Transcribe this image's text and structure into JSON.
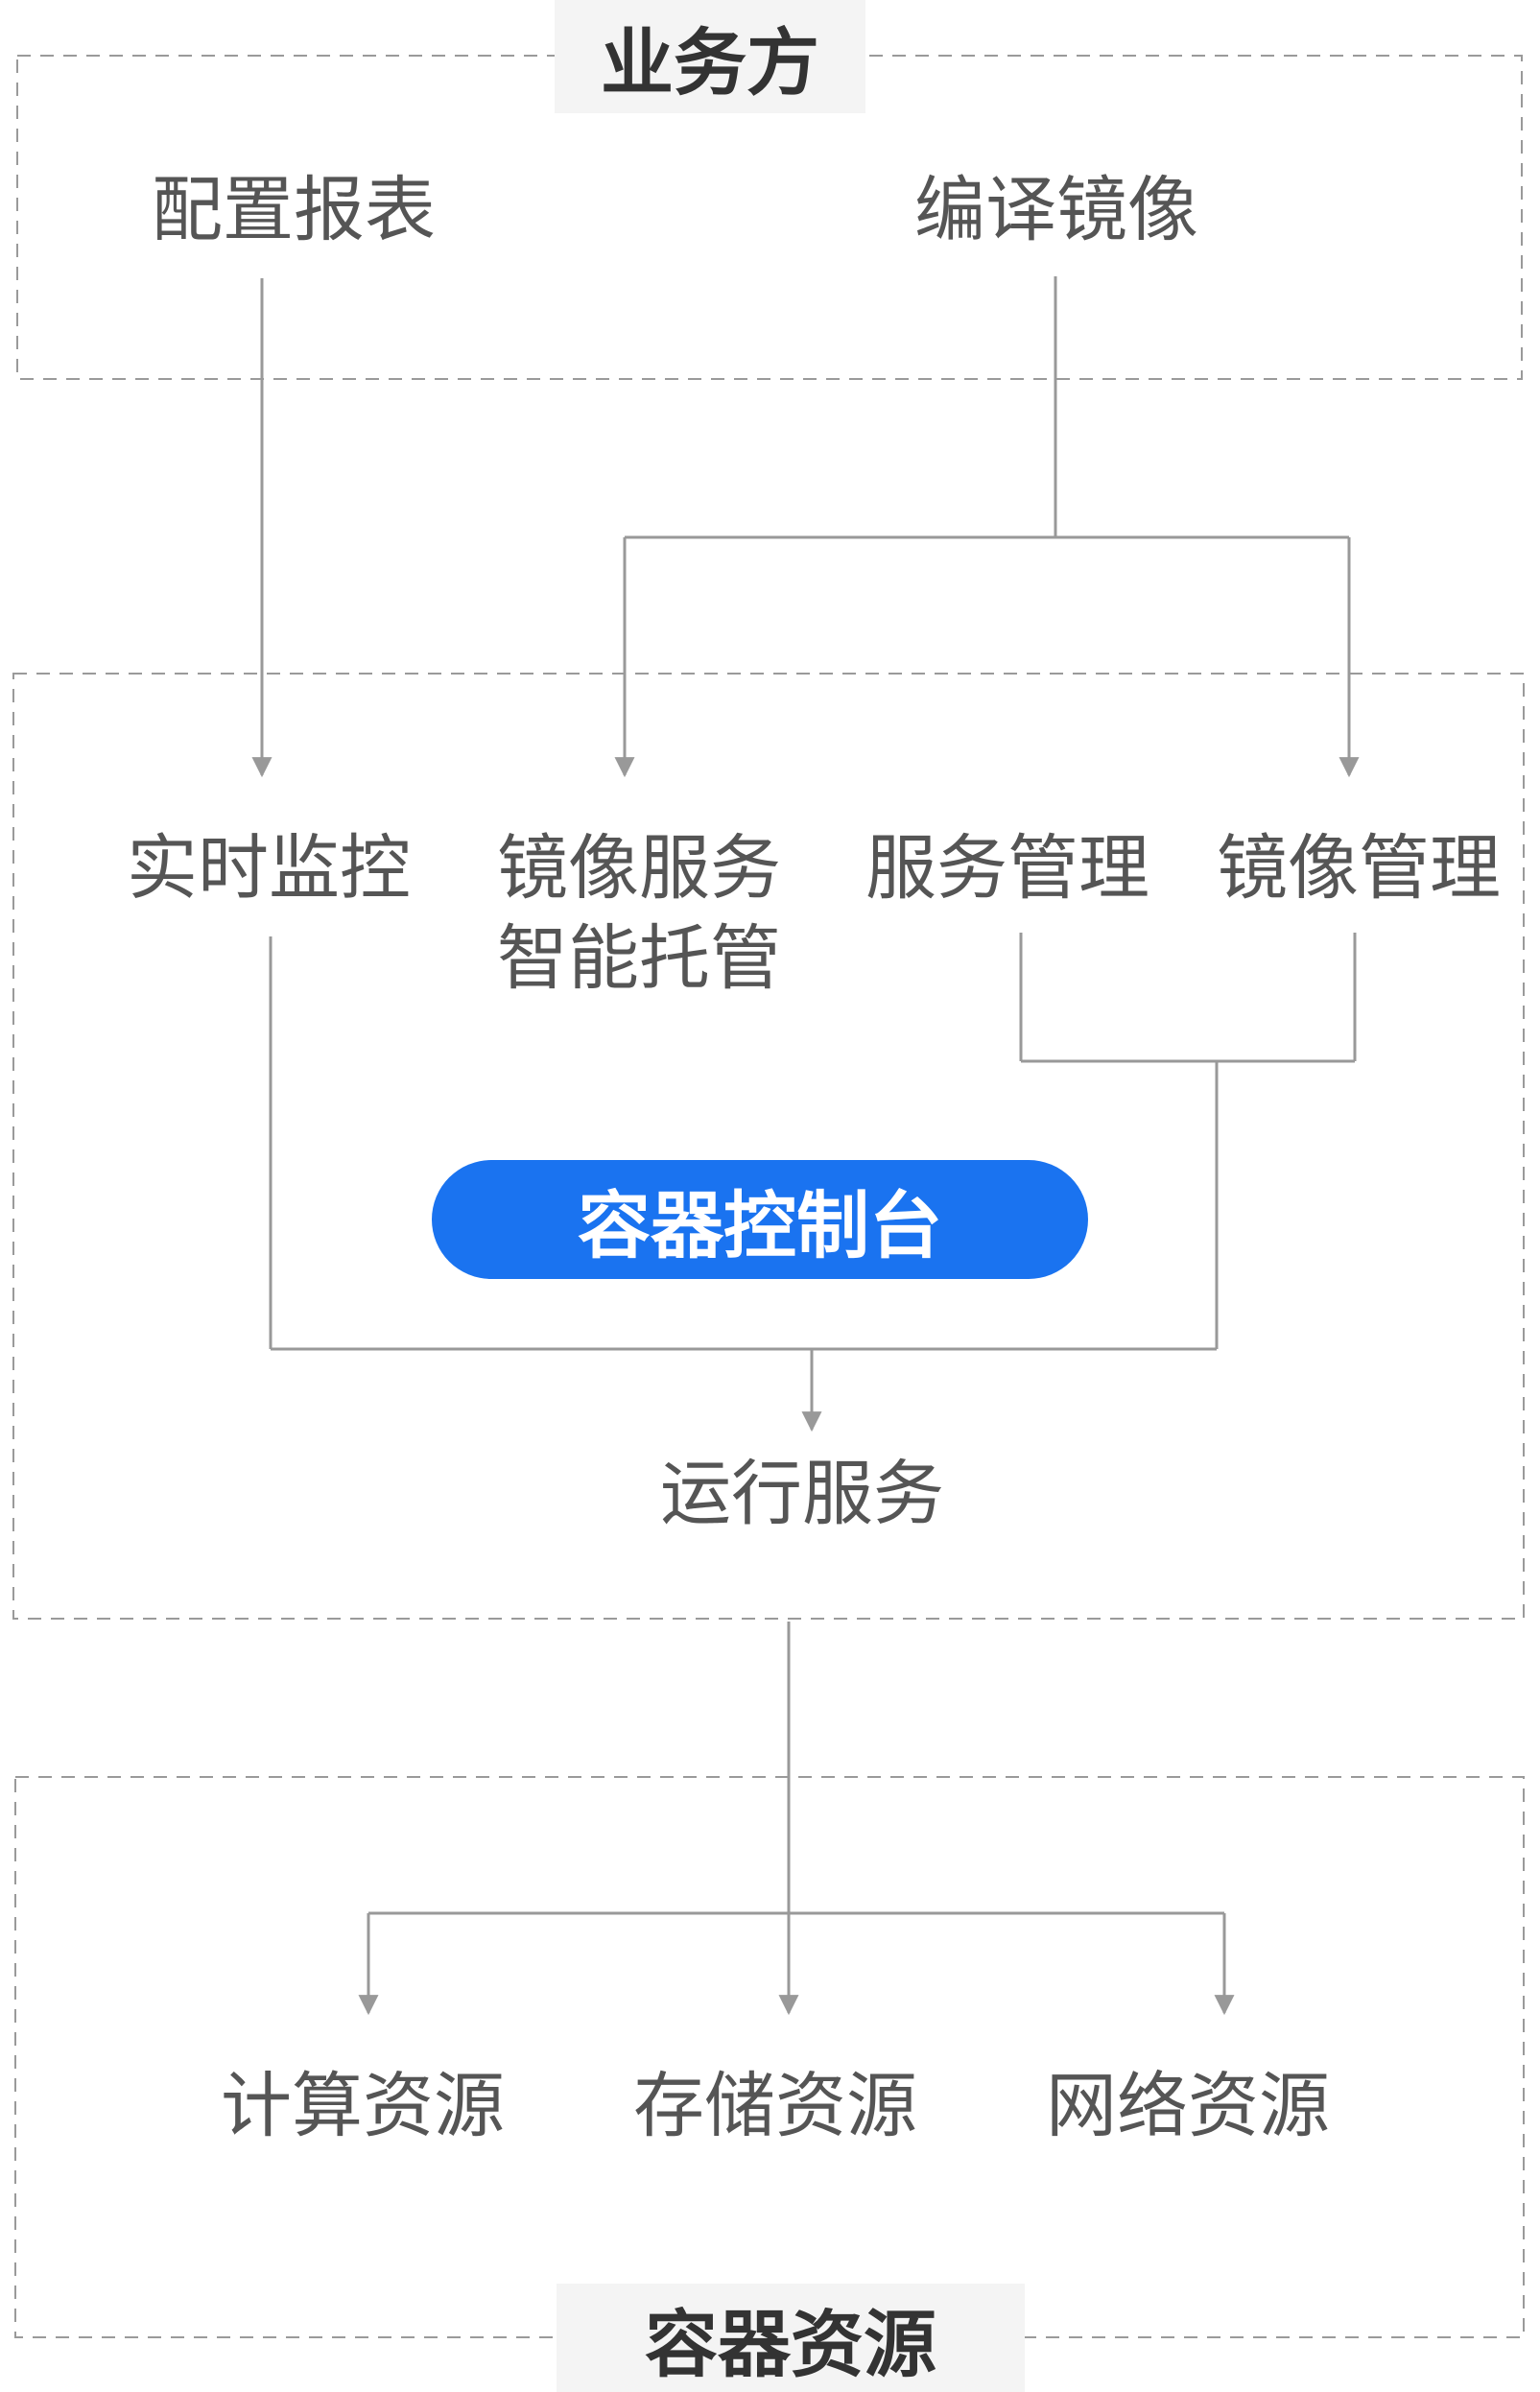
{
  "colors": {
    "accent": "#1a73f0",
    "line": "#999999",
    "text": "#555555",
    "title_bg": "#f4f4f4"
  },
  "groups": {
    "business": {
      "title": "业务方"
    },
    "container_resources": {
      "title": "容器资源"
    }
  },
  "business": {
    "config_report": "配置报表",
    "build_image": "编译镜像"
  },
  "console": {
    "realtime_monitor": "实时监控",
    "image_hosting_line1": "镜像服务",
    "image_hosting_line2": "智能托管",
    "service_mgmt": "服务管理",
    "image_mgmt": "镜像管理",
    "center_label": "容器控制台",
    "run_service": "运行服务"
  },
  "resources": {
    "compute": "计算资源",
    "storage": "存储资源",
    "network": "网络资源"
  }
}
